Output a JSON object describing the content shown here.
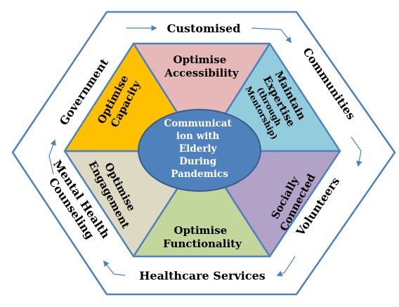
{
  "center": {
    "lines": [
      "Communicat",
      "ion with",
      "Elderly",
      "During",
      "Pandemics"
    ]
  },
  "segments": {
    "top": {
      "lines": [
        "Optimise",
        "Accessibility"
      ],
      "color": "#e6b9b8"
    },
    "upper_right": {
      "lines": [
        "Maintain",
        "Expertise",
        "(through",
        "Mentorship)"
      ],
      "color": "#93cddd"
    },
    "lower_right": {
      "lines": [
        "Socially",
        "Connected"
      ],
      "color": "#b3a2c7"
    },
    "bottom": {
      "lines": [
        "Optimise",
        "Functionality"
      ],
      "color": "#c3d69b"
    },
    "lower_left": {
      "lines": [
        "Optimise",
        "Engagement"
      ],
      "color": "#ddd9c3"
    },
    "upper_left": {
      "lines": [
        "Optimise",
        "Capacity"
      ],
      "color": "#ffc000"
    }
  },
  "ring": {
    "top": "Customised",
    "upper_right": "Communities",
    "lower_right": "Volunteers",
    "bottom": "Healthcare Services",
    "lower_left_1": "Mental Health",
    "lower_left_2": "Counseling",
    "upper_left": "Government"
  },
  "colors": {
    "outer_border": "#4f81bd",
    "inner_border": "#4f81bd",
    "center_fill": "#4f81bd",
    "center_border": "#385d8a",
    "arrow": "#4f81bd"
  }
}
